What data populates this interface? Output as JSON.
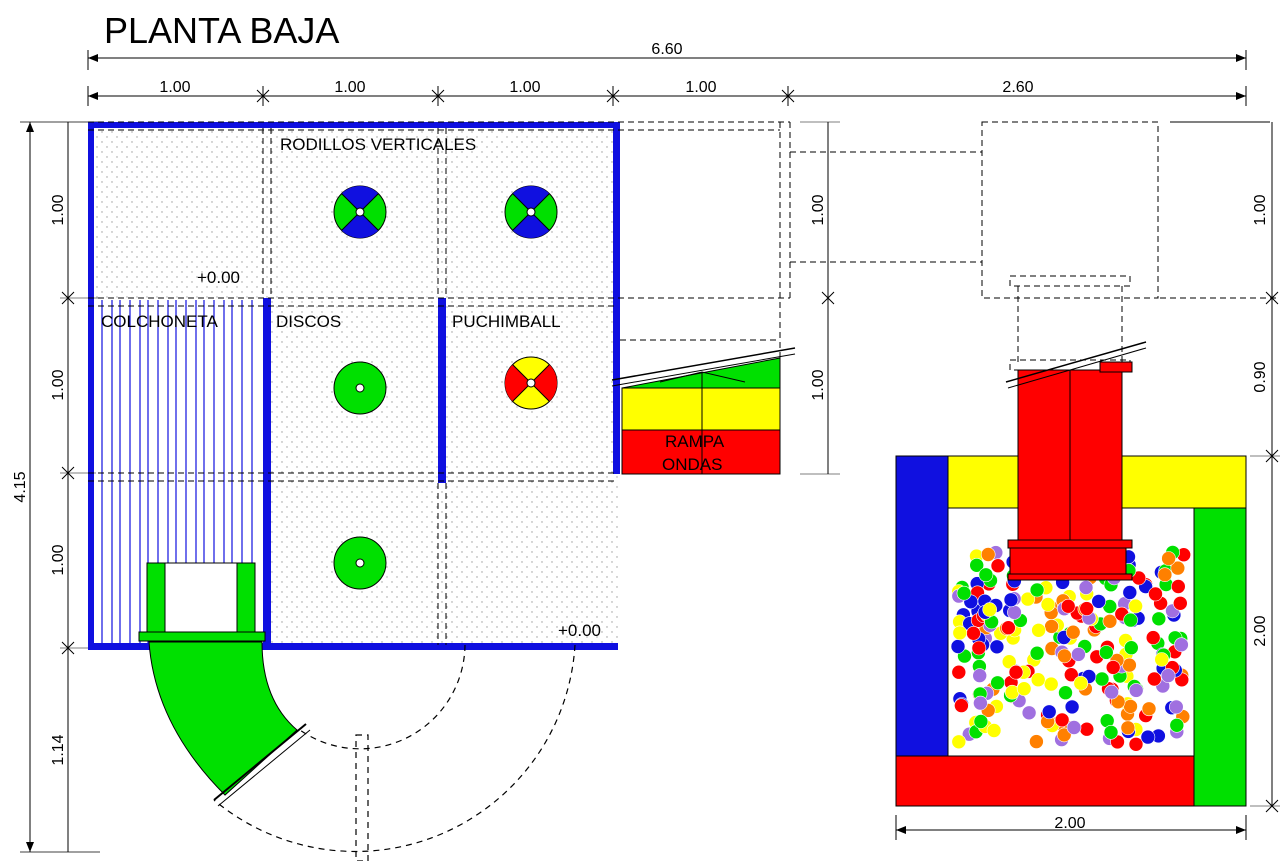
{
  "title": "PLANTA BAJA",
  "colors": {
    "wall": "#1010e0",
    "green": "#00e000",
    "yellow": "#ffff00",
    "red": "#ff0000",
    "blue": "#1010e0",
    "line": "#000000"
  },
  "dimensions": {
    "top_total": "6.60",
    "top_segments": [
      "1.00",
      "1.00",
      "1.00",
      "1.00",
      "2.60"
    ],
    "left_total": "4.15",
    "left_segments": [
      "1.00",
      "1.00",
      "1.00",
      "1.14"
    ],
    "ramp_segments": [
      "1.00",
      "1.00"
    ],
    "right_segments": [
      "1.00",
      "0.90",
      "2.00"
    ],
    "pool_width": "2.00"
  },
  "zones": {
    "rodillos": "RODILLOS VERTICALES",
    "colchoneta": "COLCHONETA",
    "discos": "DISCOS",
    "puchimball": "PUCHIMBALL",
    "rampa_line1": "RAMPA",
    "rampa_line2": "ONDAS"
  },
  "levels": {
    "upper": "+0.00",
    "lower": "+0.00"
  },
  "ball_colors": [
    "#ff0000",
    "#00e000",
    "#1010e0",
    "#ffff00",
    "#ff8000",
    "#a070e0"
  ]
}
